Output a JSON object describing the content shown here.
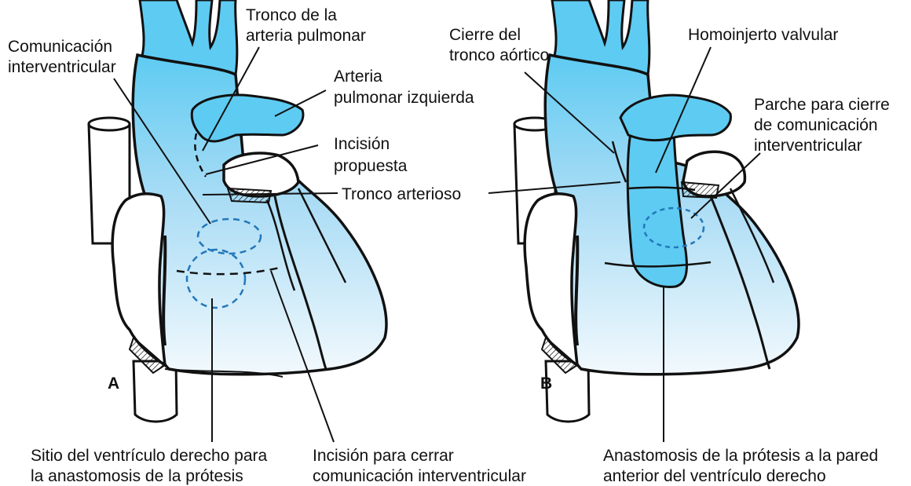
{
  "figure": {
    "panel_a": {
      "letter": "A",
      "labels": {
        "comunicacion_1": "Comunicación",
        "comunicacion_2": "interventricular",
        "tronco_pulmonar_1": "Tronco de la",
        "tronco_pulmonar_2": "arteria pulmonar",
        "arteria_izq_1": "Arteria",
        "arteria_izq_2": "pulmonar izquierda",
        "incision_1": "Incisión",
        "incision_2": "propuesta",
        "tronco_arterioso": "Tronco arterioso",
        "sitio_1": "Sitio del ventrículo derecho para",
        "sitio_2": "la anastomosis de la prótesis",
        "incision_cerrar_1": "Incisión para cerrar",
        "incision_cerrar_2": "comunicación interventricular"
      }
    },
    "panel_b": {
      "letter": "B",
      "labels": {
        "cierre_1": "Cierre del",
        "cierre_2": "tronco aórtico",
        "homoinjerto": "Homoinjerto valvular",
        "parche_1": "Parche para cierre",
        "parche_2": "de comunicación",
        "parche_3": "interventricular",
        "anastomosis_1": "Anastomosis de la prótesis a la pared",
        "anastomosis_2": "anterior del ventrículo derecho"
      }
    },
    "colors": {
      "vessel_blue": "#5ecbf2",
      "ventricle_blue": "#dff0fb",
      "outline": "#111111"
    }
  }
}
